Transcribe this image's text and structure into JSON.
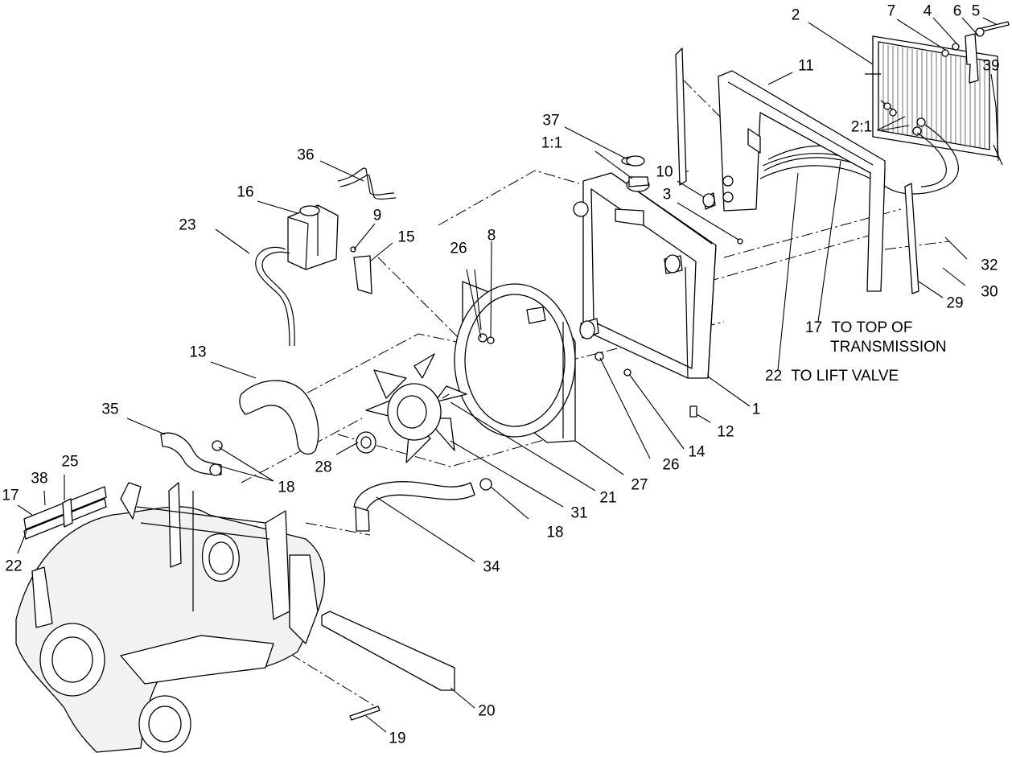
{
  "callouts": {
    "c1": "1",
    "c2": "2",
    "c3": "3",
    "c4": "4",
    "c5": "5",
    "c6": "6",
    "c7": "7",
    "c8": "8",
    "c9": "9",
    "c10": "10",
    "c11": "11",
    "c12": "12",
    "c13": "13",
    "c14": "14",
    "c15": "15",
    "c16": "16",
    "c17": "17",
    "c18": "18",
    "c19": "19",
    "c20": "20",
    "c21": "21",
    "c22": "22",
    "c23": "23",
    "c25": "25",
    "c26": "26",
    "c27": "27",
    "c28": "28",
    "c29": "29",
    "c30": "30",
    "c31": "31",
    "c32": "32",
    "c34": "34",
    "c35": "35",
    "c36": "36",
    "c37": "37",
    "c38": "38",
    "c39": "39",
    "ratio_1_1": "1:1",
    "ratio_2_1": "2:1"
  },
  "notes": {
    "n17_num": "17",
    "n17_line1": "TO TOP OF",
    "n17_line2": "TRANSMISSION",
    "n22_num": "22",
    "n22_text": "TO LIFT VALVE"
  }
}
